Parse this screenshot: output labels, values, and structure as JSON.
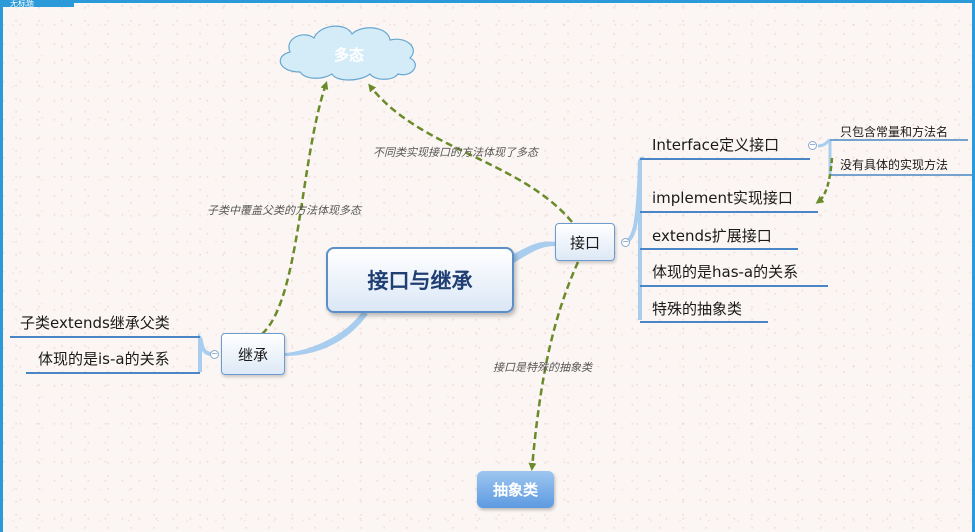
{
  "header": {
    "tab_label": "无标题"
  },
  "central": {
    "label": "接口与继承"
  },
  "interface_node": {
    "label": "接口",
    "children": [
      "Interface定义接口",
      "implement实现接口",
      "extends扩展接口",
      "体现的是has-a的关系",
      "特殊的抽象类"
    ],
    "interface_def_children": [
      "只包含常量和方法名",
      "没有具体的实现方法"
    ]
  },
  "inheritance_node": {
    "label": "继承",
    "children": [
      "子类extends继承父类",
      "体现的是is-a的关系"
    ]
  },
  "floating": {
    "polymorphism": "多态",
    "abstract_class": "抽象类"
  },
  "relationships": {
    "interface_to_polymorphism": "不同类实现接口的方法体现了多态",
    "inheritance_to_polymorphism": "子类中覆盖父类的方法体现多态",
    "interface_to_abstract": "接口是特殊的抽象类"
  },
  "colors": {
    "frame": "#2a9ad8",
    "branch": "#a9cdee",
    "underline": "#4a86c5",
    "relationship": "#6b8a2a",
    "cloud": "#d4ecf8"
  }
}
